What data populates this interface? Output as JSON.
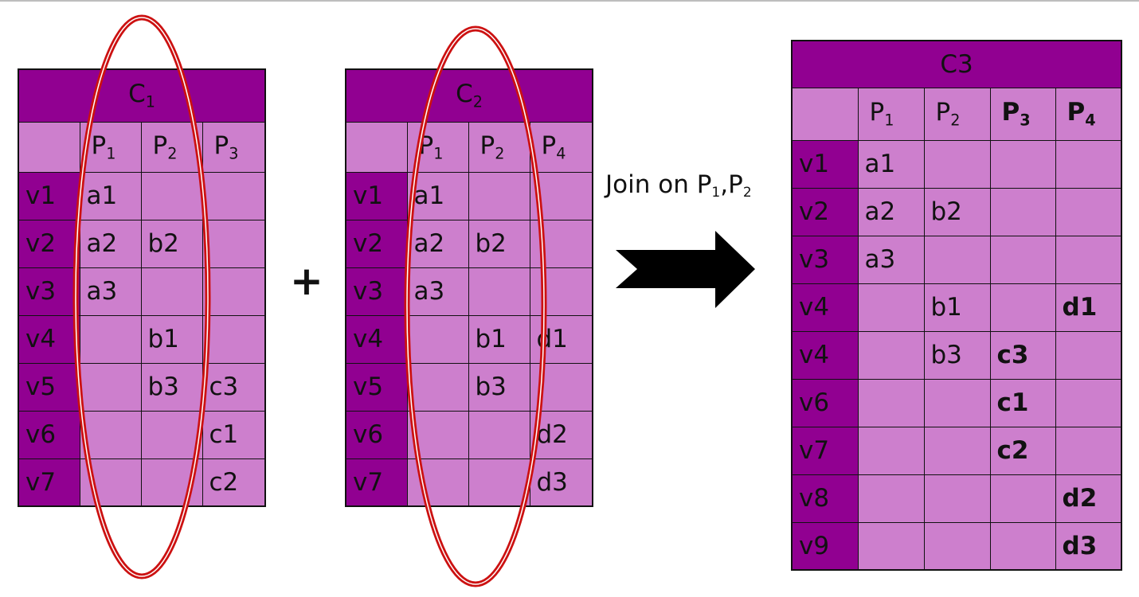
{
  "left_table": {
    "title": "C",
    "title_sub": "1",
    "columns": [
      {
        "label": "P",
        "sub": "1"
      },
      {
        "label": "P",
        "sub": "2"
      },
      {
        "label": "P",
        "sub": "3"
      }
    ],
    "rows": [
      {
        "label": "v1",
        "cells": [
          "a1",
          "",
          ""
        ]
      },
      {
        "label": "v2",
        "cells": [
          "a2",
          "b2",
          ""
        ]
      },
      {
        "label": "v3",
        "cells": [
          "a3",
          "",
          ""
        ]
      },
      {
        "label": "v4",
        "cells": [
          "",
          "b1",
          ""
        ]
      },
      {
        "label": "v5",
        "cells": [
          "",
          "b3",
          "c3"
        ]
      },
      {
        "label": "v6",
        "cells": [
          "",
          "",
          "c1"
        ]
      },
      {
        "label": "v7",
        "cells": [
          "",
          "",
          "c2"
        ]
      }
    ]
  },
  "middle_table": {
    "title": "C",
    "title_sub": "2",
    "columns": [
      {
        "label": "P",
        "sub": "1"
      },
      {
        "label": "P",
        "sub": "2"
      },
      {
        "label": "P",
        "sub": "4"
      }
    ],
    "rows": [
      {
        "label": "v1",
        "cells": [
          "a1",
          "",
          ""
        ]
      },
      {
        "label": "v2",
        "cells": [
          "a2",
          "b2",
          ""
        ]
      },
      {
        "label": "v3",
        "cells": [
          "a3",
          "",
          ""
        ]
      },
      {
        "label": "v4",
        "cells": [
          "",
          "b1",
          "d1"
        ]
      },
      {
        "label": "v5",
        "cells": [
          "",
          "b3",
          ""
        ]
      },
      {
        "label": "v6",
        "cells": [
          "",
          "",
          "d2"
        ]
      },
      {
        "label": "v7",
        "cells": [
          "",
          "",
          "d3"
        ]
      }
    ]
  },
  "result_table": {
    "title": "C3",
    "columns": [
      {
        "label": "P",
        "sub": "1",
        "bold": false
      },
      {
        "label": "P",
        "sub": "2",
        "bold": false
      },
      {
        "label": "P",
        "sub": "3",
        "bold": true
      },
      {
        "label": "P",
        "sub": "4",
        "bold": true
      }
    ],
    "rows": [
      {
        "label": "v1",
        "cells": [
          "a1",
          "",
          "",
          ""
        ]
      },
      {
        "label": "v2",
        "cells": [
          "a2",
          "b2",
          "",
          ""
        ]
      },
      {
        "label": "v3",
        "cells": [
          "a3",
          "",
          "",
          ""
        ]
      },
      {
        "label": "v4",
        "cells": [
          "",
          "b1",
          "",
          "d1"
        ]
      },
      {
        "label": "v4",
        "cells": [
          "",
          "b3",
          "c3",
          ""
        ]
      },
      {
        "label": "v6",
        "cells": [
          "",
          "",
          "c1",
          ""
        ]
      },
      {
        "label": "v7",
        "cells": [
          "",
          "",
          "c2",
          ""
        ]
      },
      {
        "label": "v8",
        "cells": [
          "",
          "",
          "",
          "d2"
        ]
      },
      {
        "label": "v9",
        "cells": [
          "",
          "",
          "",
          "d3"
        ]
      }
    ]
  },
  "operator": {
    "plus": "+"
  },
  "join_label": {
    "text": "Join on ",
    "p1": "P",
    "p1_sub": "1",
    "sep": ",",
    "p2": "P",
    "p2_sub": "2"
  },
  "colors": {
    "title_fill": "#910091",
    "cell_fill": "#cd7fcd",
    "ellipse_stroke": "#cc1111",
    "arrow_fill": "#000000"
  },
  "icons": {
    "arrow": "right-arrow-icon",
    "ellipse": "highlight-ellipse"
  }
}
